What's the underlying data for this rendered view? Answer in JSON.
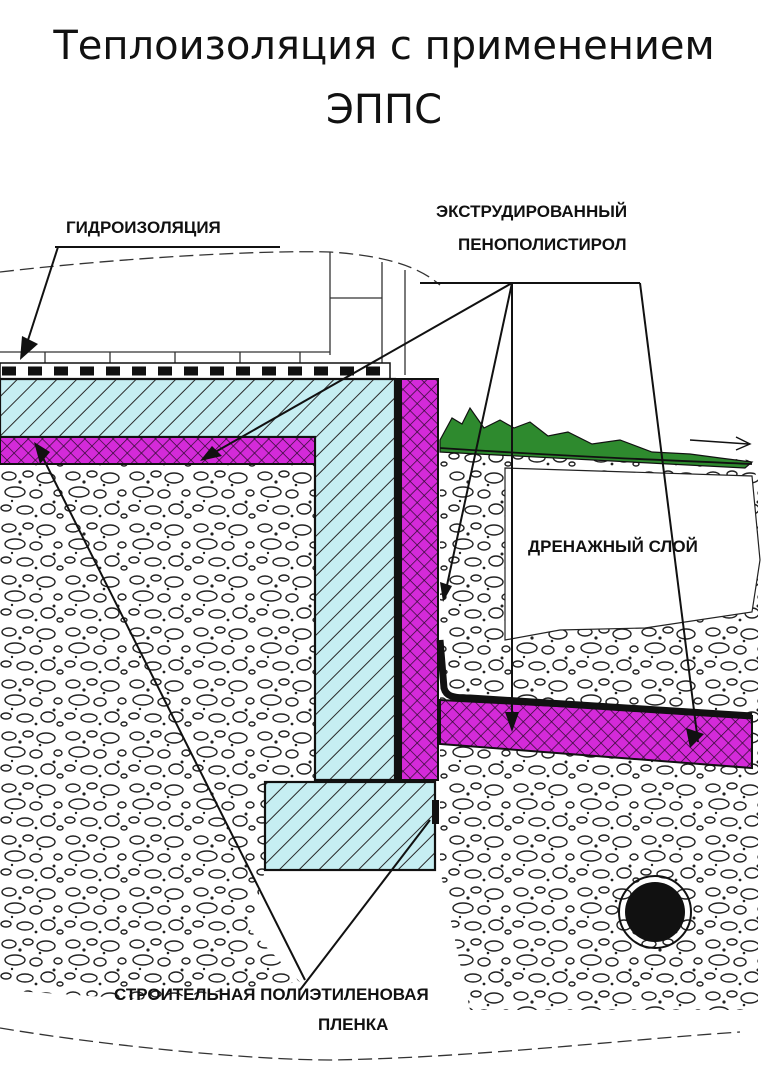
{
  "title": {
    "line1": "Теплоизоляция с применением",
    "line2": "ЭППС"
  },
  "labels": {
    "waterproofing": "ГИДРОИЗОЛЯЦИЯ",
    "xps_line1": "ЭКСТРУДИРОВАННЫЙ",
    "xps_line2": "ПЕНОПОЛИСТИРОЛ",
    "drainage": "ДРЕНАЖНЫЙ СЛОЙ",
    "film_line1": "СТРОИТЕЛЬНАЯ  ПОЛИЭТИЛЕНОВАЯ",
    "film_line2": "ПЛЕНКА"
  },
  "colors": {
    "concrete": "#c6eef2",
    "insulation": "#d42ad9",
    "grass": "#2e8a2e",
    "outline": "#111111"
  }
}
